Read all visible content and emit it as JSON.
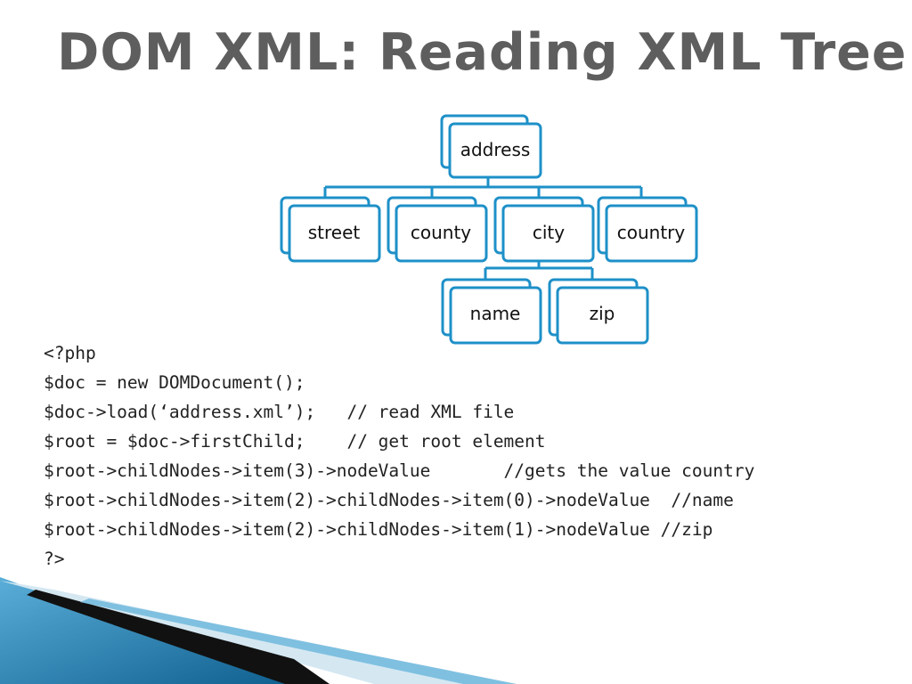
{
  "slide": {
    "title": "DOM XML: Reading XML Tree"
  },
  "tree": {
    "root": "address",
    "children": [
      "street",
      "county",
      "city",
      "country"
    ],
    "city_children": [
      "name",
      "zip"
    ]
  },
  "code": {
    "lines": [
      "<?php",
      "$doc = new DOMDocument();",
      "$doc->load(‘address.xml’);   // read XML file",
      "$root = $doc->firstChild;    // get root element",
      "$root->childNodes->item(3)->nodeValue       //gets the value country",
      "$root->childNodes->item(2)->childNodes->item(0)->nodeValue  //name",
      "$root->childNodes->item(2)->childNodes->item(1)->nodeValue //zip",
      "?>"
    ]
  },
  "colors": {
    "node_border": "#1e90c8",
    "node_fill": "#ffffff",
    "node_shadow": "#c9dbe5",
    "connector": "#1e90c8",
    "title": "#5e5e5e",
    "code_text": "#222222",
    "deco_blue_dark": "#0f5f8f",
    "deco_blue_light": "#5aaed8",
    "deco_black": "#111111"
  }
}
